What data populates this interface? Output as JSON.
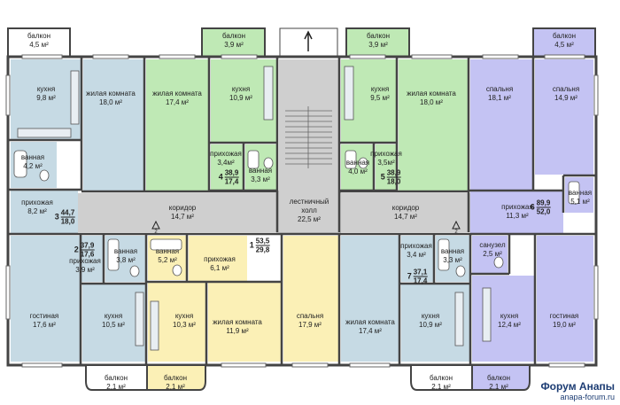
{
  "colors": {
    "blue": "#c6dae4",
    "green": "#bfe9b5",
    "purple": "#c4c3f3",
    "yellow": "#fbf0b6",
    "gray": "#cfcfcf",
    "wall": "#444444"
  },
  "rooms": [
    {
      "id": "balcony-1",
      "name": "балкон",
      "area": "4,5 м²"
    },
    {
      "id": "balcony-2",
      "name": "балкон",
      "area": "3,9 м²"
    },
    {
      "id": "balcony-3",
      "name": "балкон",
      "area": "3,9 м²"
    },
    {
      "id": "balcony-4",
      "name": "балкон",
      "area": "4,5 м²"
    },
    {
      "id": "kitchen-3",
      "name": "кухня",
      "area": "9,8 м²"
    },
    {
      "id": "living-3",
      "name": "жилая комната",
      "area": "18,0 м²"
    },
    {
      "id": "living-4",
      "name": "жилая комната",
      "area": "17,4 м²"
    },
    {
      "id": "kitchen-4",
      "name": "кухня",
      "area": "10,9 м²"
    },
    {
      "id": "kitchen-5",
      "name": "кухня",
      "area": "9,5 м²"
    },
    {
      "id": "living-5",
      "name": "жилая комната",
      "area": "18,0 м²"
    },
    {
      "id": "bedroom-6a",
      "name": "спальня",
      "area": "18,1 м²"
    },
    {
      "id": "bedroom-6b",
      "name": "спальня",
      "area": "14,9 м²"
    },
    {
      "id": "bath-3",
      "name": "ванная",
      "area": "4,2 м²"
    },
    {
      "id": "hall-4",
      "name": "прихожая",
      "area": "3,4м²"
    },
    {
      "id": "bath-4",
      "name": "ванная",
      "area": "3,3 м²"
    },
    {
      "id": "bath-5",
      "name": "ванная",
      "area": "4,0 м²"
    },
    {
      "id": "hall-5",
      "name": "прихожая",
      "area": "3,5м²"
    },
    {
      "id": "bath-6",
      "name": "ванная",
      "area": "5,1 м²"
    },
    {
      "id": "hall-3",
      "name": "прихожая",
      "area": "8,2 м²"
    },
    {
      "id": "corridor-left",
      "name": "коридор",
      "area": "14,7 м²"
    },
    {
      "id": "stair-hall",
      "name": "лестничный холл",
      "area": "22,5 м²"
    },
    {
      "id": "corridor-right",
      "name": "коридор",
      "area": "14,7 м²"
    },
    {
      "id": "hall-6",
      "name": "прихожая",
      "area": "11,3 м²"
    },
    {
      "id": "bath-2",
      "name": "ванная",
      "area": "3,8 м²"
    },
    {
      "id": "bath-1",
      "name": "ванная",
      "area": "5,2 м²"
    },
    {
      "id": "hall-2",
      "name": "прихожая",
      "area": "3,9 м²"
    },
    {
      "id": "hall-1",
      "name": "прихожая",
      "area": "6,1 м²"
    },
    {
      "id": "hall-7",
      "name": "прихожая",
      "area": "3,4 м²"
    },
    {
      "id": "bath-7",
      "name": "ванная",
      "area": "3,3 м²"
    },
    {
      "id": "wc-6",
      "name": "санузел",
      "area": "2,5 м²"
    },
    {
      "id": "lounge-2",
      "name": "гостиная",
      "area": "17,6 м²"
    },
    {
      "id": "kitchen-2",
      "name": "кухня",
      "area": "10,5 м²"
    },
    {
      "id": "kitchen-1",
      "name": "кухня",
      "area": "10,3 м²"
    },
    {
      "id": "living-1",
      "name": "жилая комната",
      "area": "11,9 м²"
    },
    {
      "id": "bedroom-1",
      "name": "спальня",
      "area": "17,9 м²"
    },
    {
      "id": "living-7",
      "name": "жилая комната",
      "area": "17,4 м²"
    },
    {
      "id": "kitchen-7",
      "name": "кухня",
      "area": "10,9 м²"
    },
    {
      "id": "kitchen-6",
      "name": "кухня",
      "area": "12,4 м²"
    },
    {
      "id": "lounge-6",
      "name": "гостиная",
      "area": "19,0 м²"
    },
    {
      "id": "balcony-5",
      "name": "балкон",
      "area": "2,1 м²"
    },
    {
      "id": "balcony-6",
      "name": "балкон",
      "area": "2,1 м²"
    },
    {
      "id": "balcony-7",
      "name": "балкон",
      "area": "2,1 м²"
    },
    {
      "id": "balcony-8",
      "name": "балкон",
      "area": "2,1 м²"
    }
  ],
  "apartments": [
    {
      "num": "1",
      "total": "53,5",
      "living": "29,8"
    },
    {
      "num": "2",
      "total": "37,9",
      "living": "17,6"
    },
    {
      "num": "3",
      "total": "44,7",
      "living": "18,0"
    },
    {
      "num": "4",
      "total": "38,9",
      "living": "17,4"
    },
    {
      "num": "5",
      "total": "38,9",
      "living": "18,0"
    },
    {
      "num": "6",
      "total": "89,9",
      "living": "52,0"
    },
    {
      "num": "7",
      "total": "37,1",
      "living": "17,4"
    }
  ],
  "stair_marks": [
    "2",
    "2"
  ],
  "watermark": {
    "title": "Форум Анапы",
    "url": "anapa-forum.ru"
  }
}
